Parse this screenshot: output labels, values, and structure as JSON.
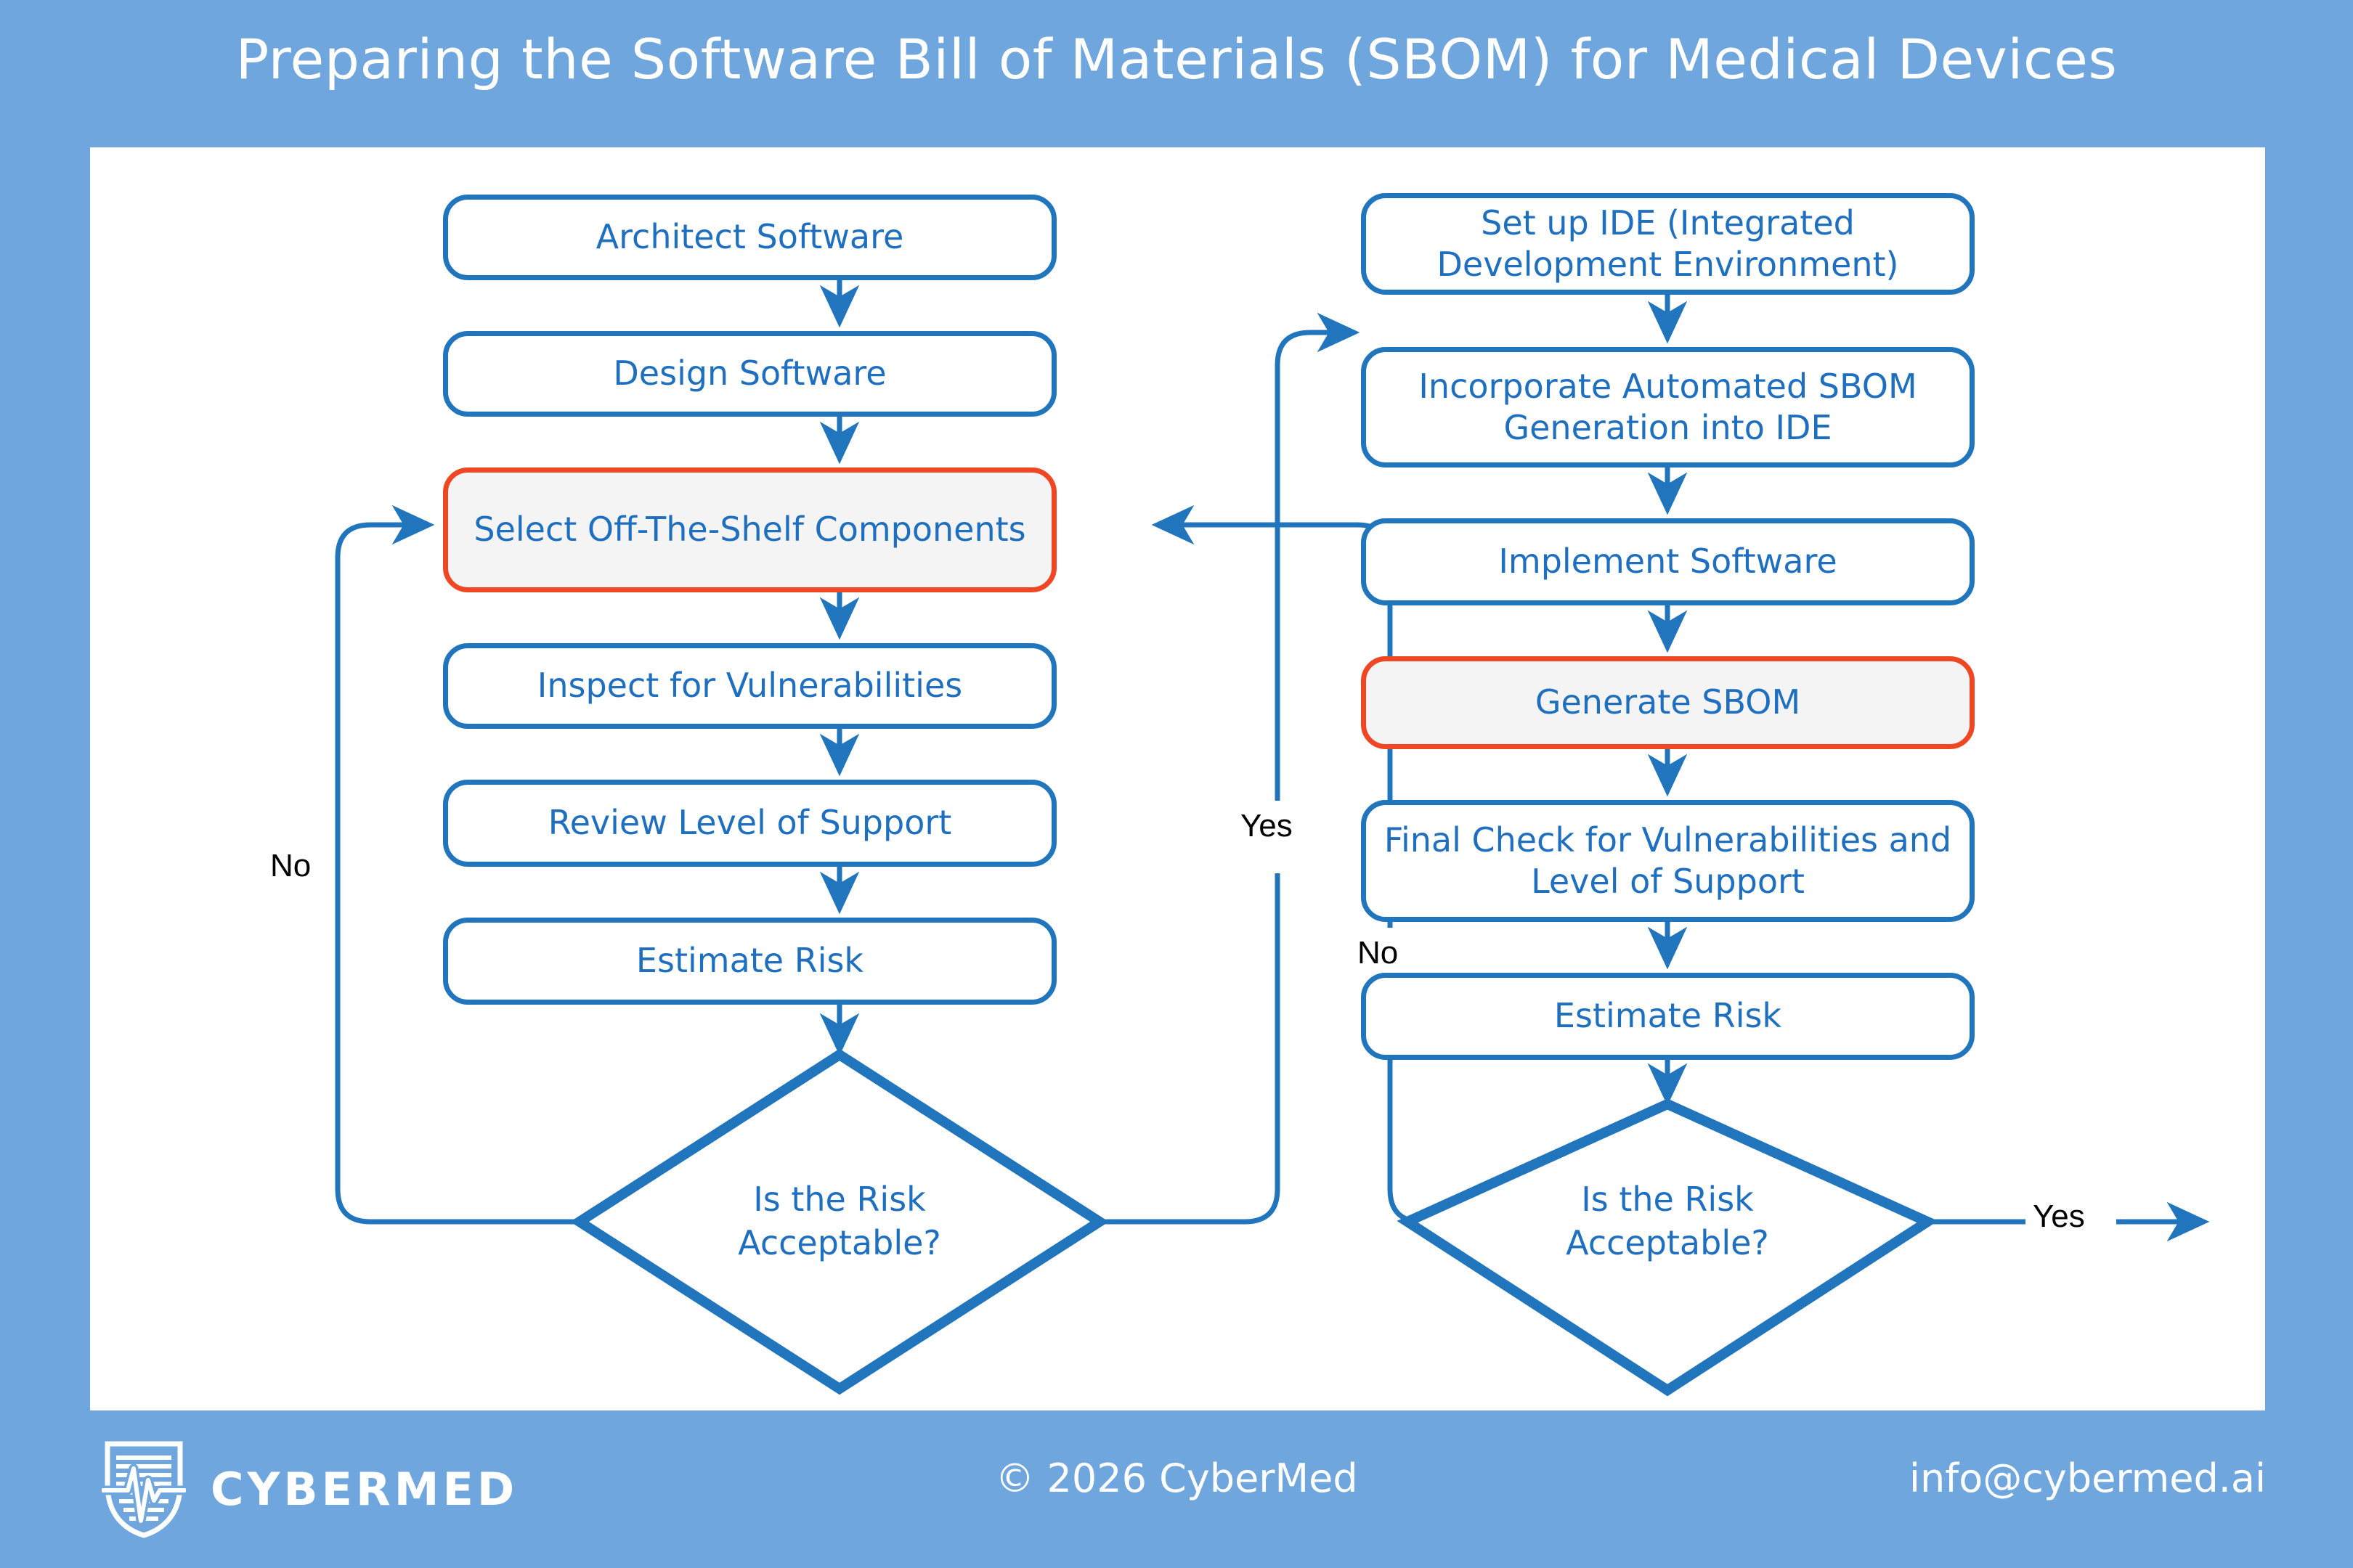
{
  "page": {
    "title": "Preparing the Software Bill of Materials (SBOM) for Medical Devices",
    "background_color": "#6ea6dd",
    "canvas_color": "#ffffff"
  },
  "colors": {
    "accent_blue": "#2075bd",
    "text_blue": "#1f6fc0",
    "highlight_red": "#ef4723",
    "highlight_fill": "#f4f4f4",
    "label_black": "#000000",
    "white": "#ffffff"
  },
  "chart_data": {
    "type": "diagram",
    "subtype": "flowchart",
    "title": "Preparing the Software Bill of Materials (SBOM) for Medical Devices",
    "columns": [
      {
        "id": "left",
        "nodes": [
          "Architect Software",
          "Design Software",
          "Select Off-The-Shelf Components",
          "Inspect for Vulnerabilities",
          "Review Level of Support",
          "Estimate Risk",
          "Is the Risk Acceptable?"
        ]
      },
      {
        "id": "right",
        "nodes": [
          "Set up IDE (Integrated Development Environment)",
          "Incorporate Automated SBOM Generation into IDE",
          "Implement Software",
          "Generate SBOM",
          "Final Check for Vulnerabilities and Level of Support",
          "Estimate Risk",
          "Is the Risk Acceptable?"
        ]
      }
    ],
    "highlighted_nodes": [
      "Select Off-The-Shelf Components",
      "Generate SBOM"
    ],
    "decision_nodes": [
      "left-decision",
      "right-decision"
    ],
    "edge_labels": [
      "No",
      "Yes",
      "No",
      "Yes"
    ]
  },
  "flow": {
    "left": {
      "n1": {
        "label": "Architect Software"
      },
      "n2": {
        "label": "Design Software"
      },
      "n3": {
        "label": "Select Off-The-Shelf Components"
      },
      "n4": {
        "label": "Inspect for Vulnerabilities"
      },
      "n5": {
        "label": "Review Level of Support"
      },
      "n6": {
        "label": "Estimate Risk"
      },
      "decision": {
        "line1": "Is the Risk",
        "line2": "Acceptable?"
      }
    },
    "right": {
      "n1": {
        "line1": "Set up IDE (Integrated",
        "line2": "Development Environment)"
      },
      "n2": {
        "line1": "Incorporate Automated SBOM",
        "line2": "Generation into IDE"
      },
      "n3": {
        "label": "Implement Software"
      },
      "n4": {
        "label": "Generate SBOM"
      },
      "n5": {
        "line1": "Final Check for Vulnerabilities and",
        "line2": "Level of Support"
      },
      "n6": {
        "label": "Estimate Risk"
      },
      "decision": {
        "line1": "Is the Risk",
        "line2": "Acceptable?"
      }
    },
    "labels": {
      "left_no": "No",
      "mid_yes": "Yes",
      "mid_no": "No",
      "right_yes": "Yes"
    }
  },
  "footer": {
    "brand": "CYBERMED",
    "copyright": "© 2026 CyberMed",
    "email": "info@cybermed.ai",
    "logo_icon": "shield-ekg-icon"
  }
}
